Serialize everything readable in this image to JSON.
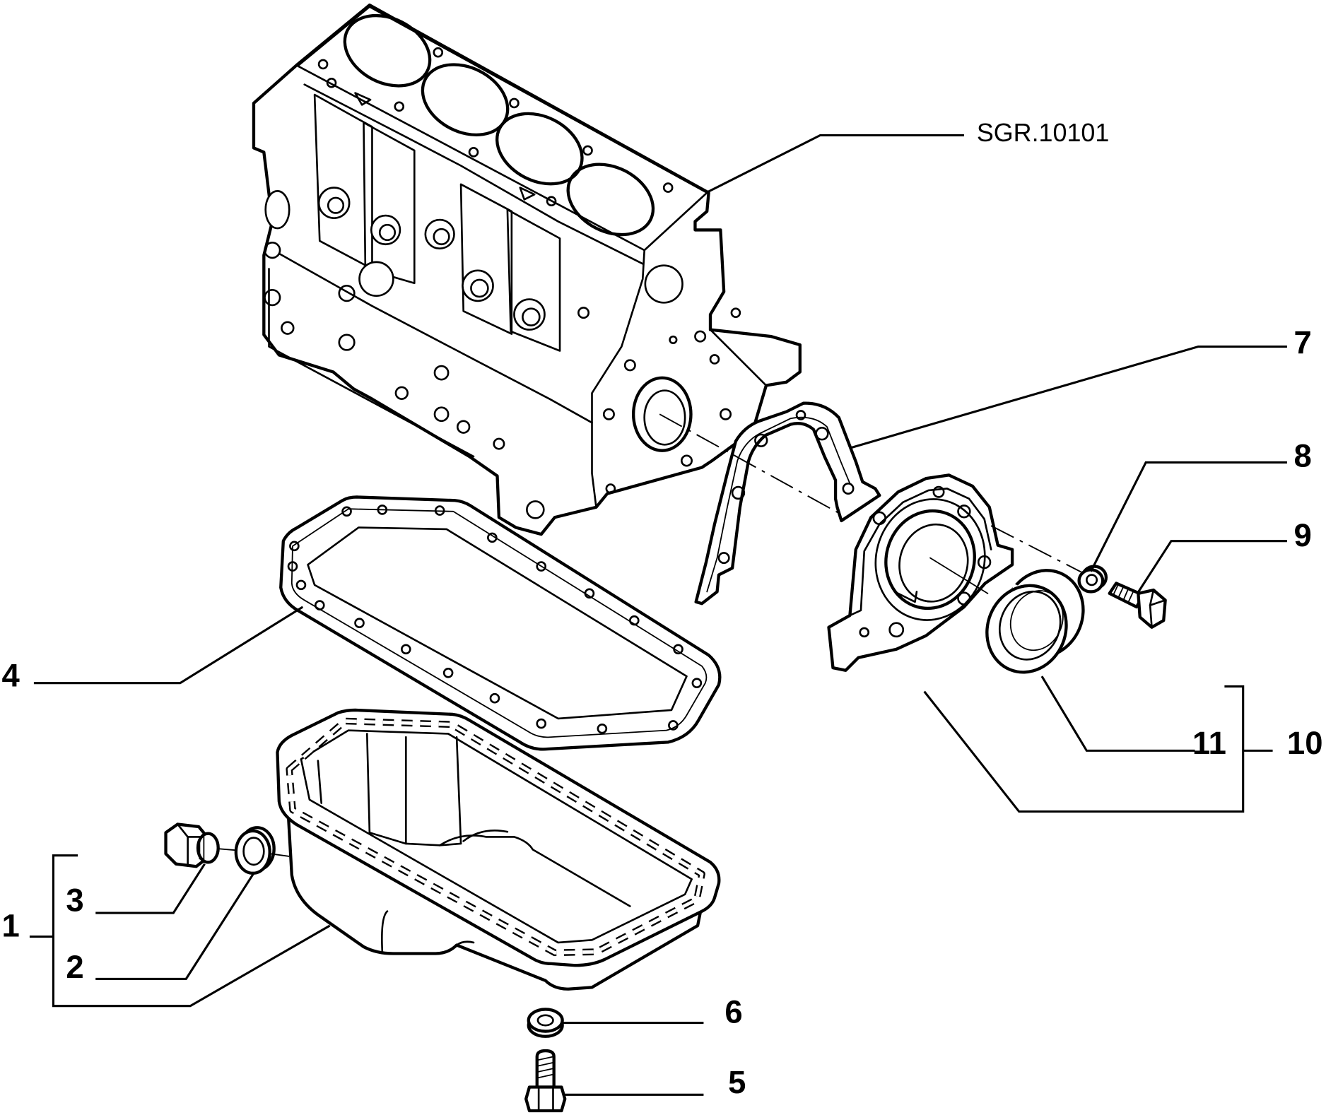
{
  "diagram": {
    "reference_label": "SGR.10101",
    "callouts": {
      "part_1": "1",
      "part_2": "2",
      "part_3": "3",
      "part_4": "4",
      "part_5": "5",
      "part_6": "6",
      "part_7": "7",
      "part_8": "8",
      "part_9": "9",
      "part_10": "10",
      "part_11": "11"
    }
  },
  "colors": {
    "line": "#000000",
    "background": "#ffffff"
  }
}
